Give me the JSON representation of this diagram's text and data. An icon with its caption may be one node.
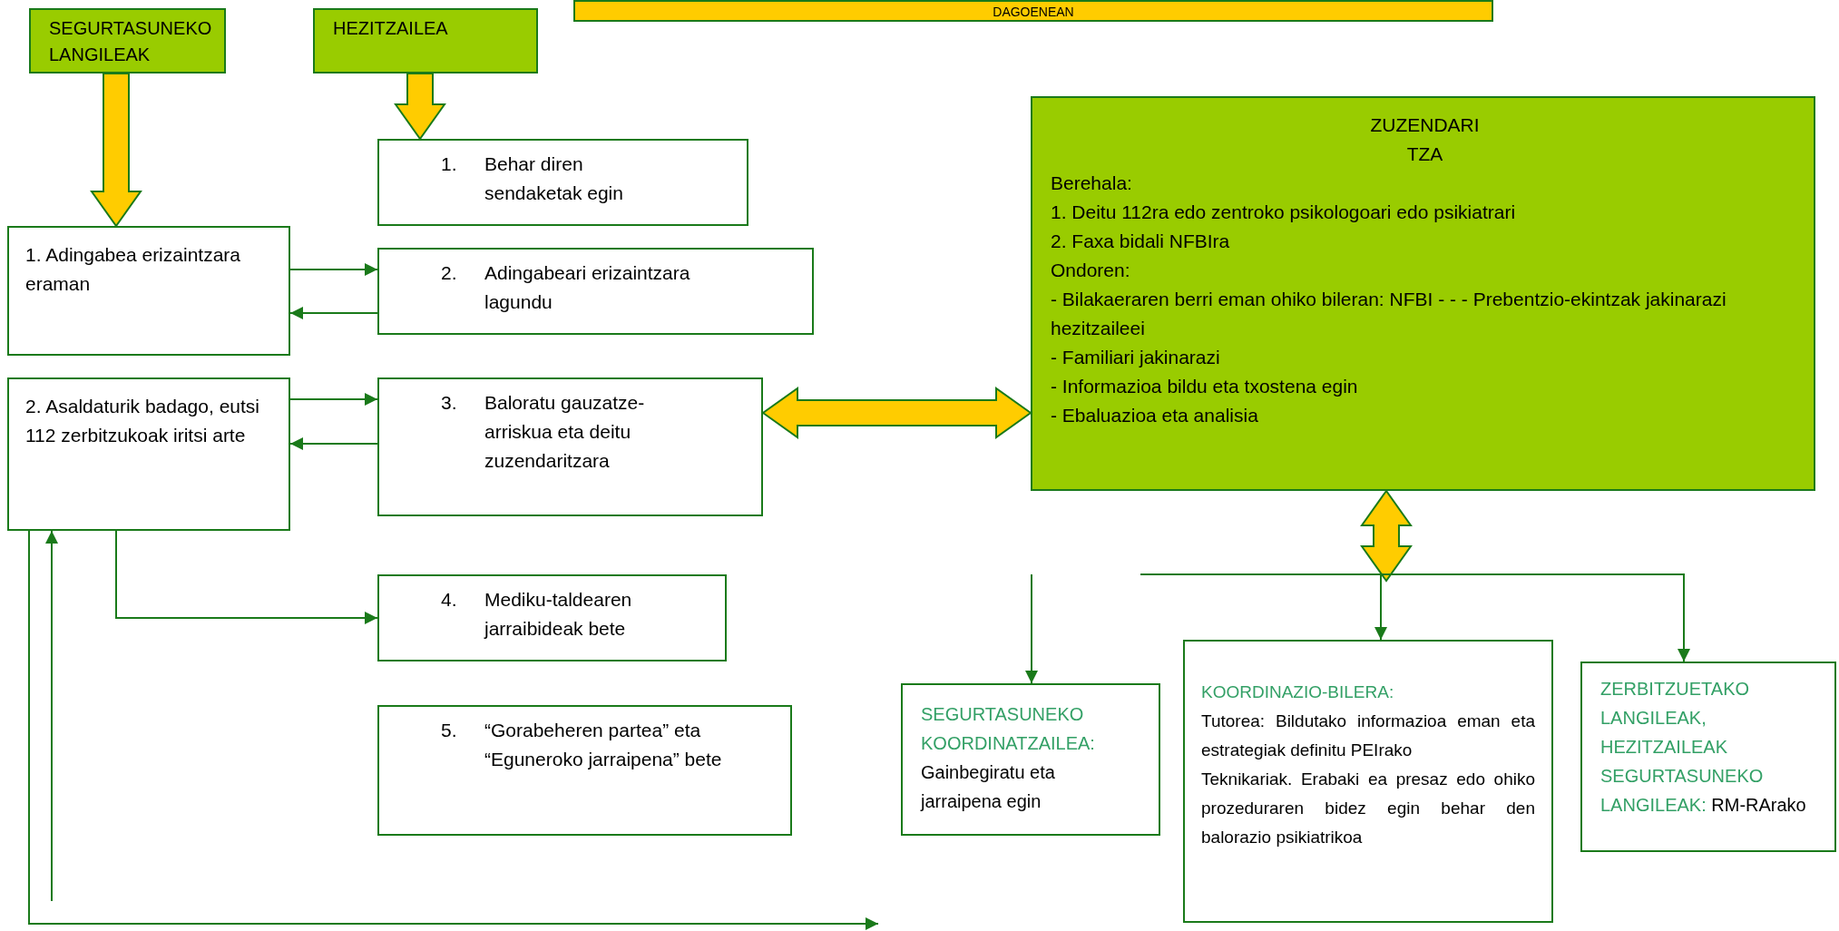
{
  "diagram": {
    "nodes": [
      {
        "text": [
          "SEGURTASUNEKO LANGILEAK"
        ]
      },
      {
        "text": [
          "HEZITZAILEA"
        ]
      },
      {
        "text": [
          "1.",
          "Behar diren sendaketak egin"
        ]
      },
      {
        "text": [
          "1. Adingabea erizaintzara eraman"
        ]
      },
      {
        "text": [
          "2.",
          "Adingabeari erizaintzara lagundu"
        ]
      },
      {
        "text": [
          "2. Asaldaturik badago, eutsi 112 zerbitzukoak iritsi arte"
        ]
      },
      {
        "text": [
          "3.",
          "Baloratu gauzatze-arriskua eta deitu zuzendaritzara"
        ]
      },
      {
        "text": [
          "4.",
          "Mediku-taldearen jarraibideak bete"
        ]
      },
      {
        "text": [
          "5.",
          "“Gorabeheren partea” eta “Eguneroko jarraipena” bete"
        ]
      },
      {
        "text": [
          "ZUZENDARI TZA",
          "Berehala:",
          "1. Deitu 112ra edo zentroko psikologoari edo psikiatrari",
          "2. Faxa bidali NFBIra",
          "Ondoren:",
          "- Bilakaeraren berri eman ohiko bileran: NFBI - - - Prebentzio-ekintzak jakinarazi hezitzaileei",
          "- Familiari jakinarazi",
          "- Informazioa bildu eta txostena egin",
          "- Ebaluazioa eta analisia"
        ]
      },
      {
        "text": [
          "SEGURTASUNEKO KOORDINATZAILEA:",
          "Gainbegiratu eta jarraipena egin"
        ]
      },
      {
        "text": [
          "KOORDINAZIO-BILERA:",
          "Tutorea: Bildutako informazioa eman eta estrategiak definitu PEIrako",
          "Teknikariak. Erabaki ea presaz edo ohiko prozeduraren bidez egin behar den balorazio psikiatrikoa"
        ]
      },
      {
        "text": [
          "ZERBITZUETAKO LANGILEAK, HEZITZAILEAK SEGURTASUNEKO LANGILEAK:",
          "RM-RArako"
        ]
      },
      {
        "text": [
          "DAGOENEAN"
        ]
      }
    ],
    "edges": [
      {
        "from": 0,
        "to": 3,
        "arrow": "to",
        "style": "thick",
        "color": "#ffcc00"
      },
      {
        "from": 1,
        "to": 2,
        "arrow": "to",
        "style": "thick",
        "color": "#ffcc00"
      },
      {
        "from": 3,
        "to": 4,
        "arrow": "to"
      },
      {
        "from": 4,
        "to": 3,
        "arrow": "to"
      },
      {
        "from": 5,
        "to": 6,
        "arrow": "to"
      },
      {
        "from": 6,
        "to": 5,
        "arrow": "to"
      },
      {
        "from": 5,
        "to": 7,
        "arrow": "to"
      },
      {
        "from": 5,
        "to": null,
        "arrow": "to"
      },
      {
        "from": null,
        "to": 5,
        "arrow": "to"
      },
      {
        "from": 6,
        "to": 9,
        "arrow": "both",
        "style": "thick",
        "color": "#ffcc00"
      },
      {
        "from": 9,
        "to": null,
        "arrow": "both",
        "style": "thick",
        "color": "#ffcc00"
      },
      {
        "from": null,
        "to": 10,
        "arrow": "to"
      },
      {
        "from": null,
        "to": 11,
        "arrow": "to"
      },
      {
        "from": null,
        "to": 12,
        "arrow": "to"
      }
    ]
  }
}
